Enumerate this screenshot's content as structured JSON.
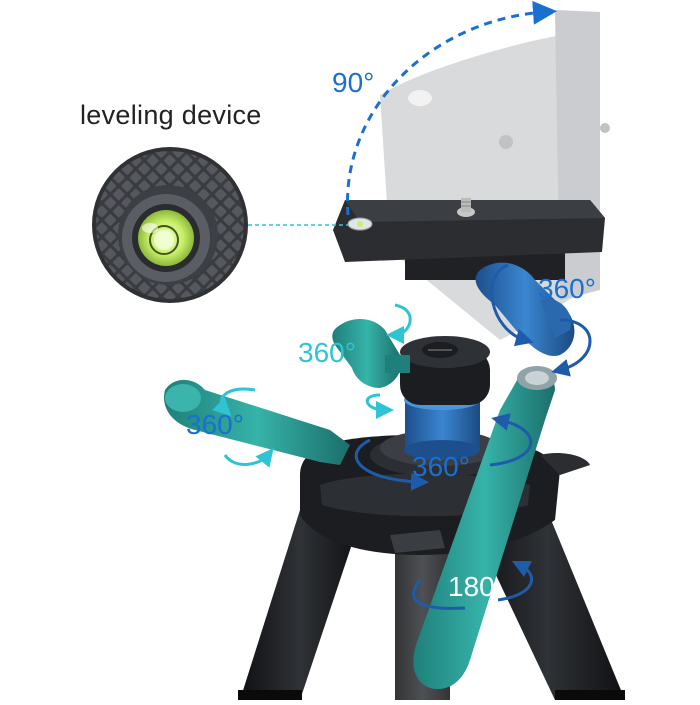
{
  "callout": {
    "label": "leveling device"
  },
  "rotations": {
    "tilt": "90°",
    "plate_knob": "360°",
    "lock_knob": "360°",
    "side_handle": "360°",
    "base": "360°",
    "handle": "180"
  },
  "colors": {
    "arrow_blue": "#1a6fd1",
    "cyan_arrow": "#2fc3d6",
    "teal_handle": "#2a9a93",
    "blue_knob": "#2e6fb8",
    "body_black": "#1b1d20",
    "plate_dark": "#2b2d31",
    "plate_ghost": "#b9bcc0",
    "bubble_green": "#c9f06a"
  }
}
